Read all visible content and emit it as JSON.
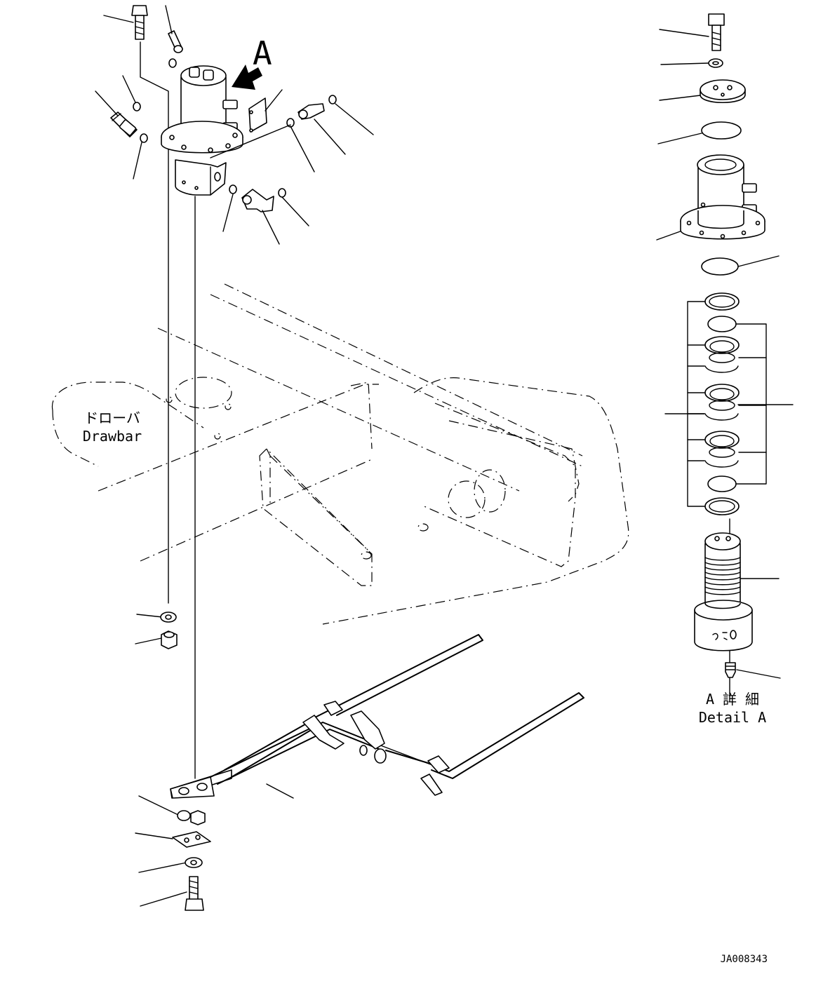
{
  "view_label": "A",
  "drawbar_label_jp": "ドローバ",
  "drawbar_label_en": "Drawbar",
  "detail_label_jp": "A 詳 細",
  "detail_label_en": "Detail A",
  "drawing_number": "JA008343"
}
